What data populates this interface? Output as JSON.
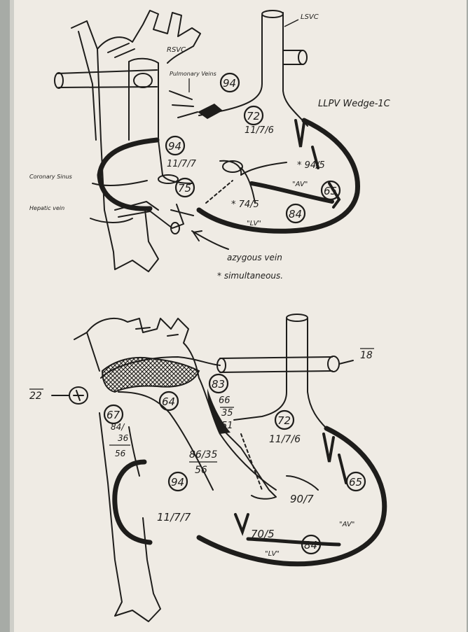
{
  "top": {
    "labels": {
      "lsvc": "LSVC",
      "rsvc": "RSVC",
      "pulmonary_veins": "Pulmonary Veins",
      "coronary_sinus": "Coronary Sinus",
      "hepatic_vein": "Hepatic vein",
      "azygous_vein": "azygous vein",
      "simultaneous": "* simultaneous.",
      "llpv_wedge": "LLPV Wedge-1C",
      "av": "\"AV\"",
      "lv": "\"LV\""
    },
    "saturations": [
      "94",
      "72",
      "94",
      "75",
      "65",
      "84"
    ],
    "pressures": {
      "top_chamber": "11/7/6",
      "left_atrium": "11/7/7",
      "av": "* 94/5",
      "lv": "* 74/5"
    }
  },
  "bottom": {
    "labels": {
      "wedge_left": "22",
      "wedge_right": "18",
      "av": "\"AV\"",
      "lv": "\"LV\""
    },
    "saturations": [
      "83",
      "64",
      "67",
      "72",
      "94",
      "65",
      "84"
    ],
    "pressures": {
      "p_66_35_51": [
        "66",
        "35",
        "51"
      ],
      "p_84_36_56": [
        "84/",
        "36",
        "56"
      ],
      "p_86_35_56": [
        "86/35",
        "56"
      ],
      "top_chamber": "11/7/6",
      "left_atrium": "11/7/7",
      "av": "90/7",
      "lv": "70/5"
    }
  },
  "colors": {
    "paper": "#efebe4",
    "ink": "#1e1d1b",
    "frame": "#a7aba6",
    "hatch": "#1e1d1b"
  }
}
